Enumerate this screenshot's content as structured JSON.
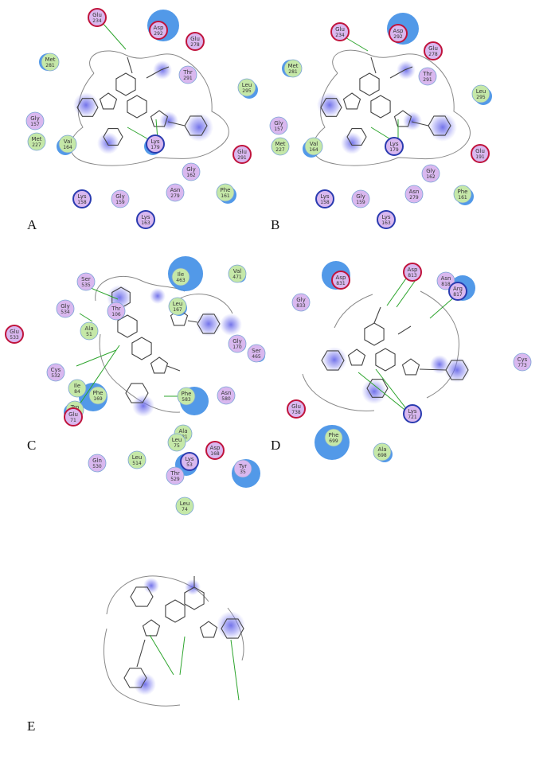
{
  "colors": {
    "polar": "#d9b8ef",
    "hydrophobic": "#c5e8a8",
    "acidic_ring": "#c0143c",
    "basic_ring": "#2a3bb0",
    "neutral_ring": "#7aa4d6",
    "exposure": "#3f8ee6",
    "ligand_glow": "#6b6be8",
    "hbond": "#2ea52e"
  },
  "panels": [
    {
      "label": "A",
      "residues": [
        {
          "name": "Glu",
          "num": "234",
          "type": "acidic"
        },
        {
          "name": "Asp",
          "num": "292",
          "type": "acidic"
        },
        {
          "name": "Glu",
          "num": "278",
          "type": "acidic"
        },
        {
          "name": "Met",
          "num": "281",
          "type": "hydrophobic"
        },
        {
          "name": "Thr",
          "num": "291",
          "type": "polar"
        },
        {
          "name": "Leu",
          "num": "295",
          "type": "hydrophobic"
        },
        {
          "name": "Gly",
          "num": "157",
          "type": "polar"
        },
        {
          "name": "Met",
          "num": "227",
          "type": "hydrophobic"
        },
        {
          "name": "Val",
          "num": "164",
          "type": "hydrophobic"
        },
        {
          "name": "Lys",
          "num": "179",
          "type": "basic"
        },
        {
          "name": "Glu",
          "num": "291",
          "type": "acidic"
        },
        {
          "name": "Gly",
          "num": "162",
          "type": "polar"
        },
        {
          "name": "Asn",
          "num": "279",
          "type": "polar"
        },
        {
          "name": "Phe",
          "num": "161",
          "type": "hydrophobic"
        },
        {
          "name": "Lys",
          "num": "158",
          "type": "basic"
        },
        {
          "name": "Gly",
          "num": "159",
          "type": "polar"
        },
        {
          "name": "Lys",
          "num": "163",
          "type": "basic"
        }
      ]
    },
    {
      "label": "B",
      "residues": [
        {
          "name": "Glu",
          "num": "234",
          "type": "acidic"
        },
        {
          "name": "Asp",
          "num": "292",
          "type": "acidic"
        },
        {
          "name": "Glu",
          "num": "278",
          "type": "acidic"
        },
        {
          "name": "Met",
          "num": "281",
          "type": "hydrophobic"
        },
        {
          "name": "Thr",
          "num": "291",
          "type": "polar"
        },
        {
          "name": "Leu",
          "num": "295",
          "type": "hydrophobic"
        },
        {
          "name": "Gly",
          "num": "157",
          "type": "polar"
        },
        {
          "name": "Met",
          "num": "227",
          "type": "hydrophobic"
        },
        {
          "name": "Val",
          "num": "164",
          "type": "hydrophobic"
        },
        {
          "name": "Lys",
          "num": "179",
          "type": "basic"
        },
        {
          "name": "Glu",
          "num": "191",
          "type": "acidic"
        },
        {
          "name": "Gly",
          "num": "162",
          "type": "polar"
        },
        {
          "name": "Asn",
          "num": "279",
          "type": "polar"
        },
        {
          "name": "Phe",
          "num": "161",
          "type": "hydrophobic"
        },
        {
          "name": "Lys",
          "num": "158",
          "type": "basic"
        },
        {
          "name": "Gly",
          "num": "159",
          "type": "polar"
        },
        {
          "name": "Lys",
          "num": "163",
          "type": "basic"
        }
      ]
    },
    {
      "label": "C",
      "residues": [
        {
          "name": "Ser",
          "num": "535",
          "type": "polar"
        },
        {
          "name": "Ile",
          "num": "463",
          "type": "hydrophobic"
        },
        {
          "name": "Val",
          "num": "471",
          "type": "hydrophobic"
        },
        {
          "name": "Gly",
          "num": "534",
          "type": "polar"
        },
        {
          "name": "Glu",
          "num": "533",
          "type": "acidic"
        },
        {
          "name": "Ser",
          "num": "465",
          "type": "polar"
        },
        {
          "name": "Cys",
          "num": "532",
          "type": "polar"
        },
        {
          "name": "Trp",
          "num": "531",
          "type": "hydrophobic"
        },
        {
          "name": "Phe",
          "num": "583",
          "type": "hydrophobic"
        },
        {
          "name": "Asn",
          "num": "580",
          "type": "polar"
        },
        {
          "name": "Ala",
          "num": "481",
          "type": "hydrophobic"
        },
        {
          "name": "Gln",
          "num": "530",
          "type": "polar"
        },
        {
          "name": "Leu",
          "num": "514",
          "type": "hydrophobic"
        },
        {
          "name": "Thr",
          "num": "529",
          "type": "polar"
        }
      ]
    },
    {
      "label": "D",
      "residues": [
        {
          "name": "Asp",
          "num": "831",
          "type": "acidic"
        },
        {
          "name": "Asp",
          "num": "813",
          "type": "acidic"
        },
        {
          "name": "Asn",
          "num": "818",
          "type": "polar"
        },
        {
          "name": "Gly",
          "num": "833",
          "type": "polar"
        },
        {
          "name": "Arg",
          "num": "817",
          "type": "basic"
        },
        {
          "name": "Cys",
          "num": "773",
          "type": "polar"
        },
        {
          "name": "Glu",
          "num": "738",
          "type": "acidic"
        },
        {
          "name": "Lys",
          "num": "721",
          "type": "basic"
        },
        {
          "name": "Phe",
          "num": "699",
          "type": "hydrophobic"
        },
        {
          "name": "Ala",
          "num": "698",
          "type": "hydrophobic"
        }
      ]
    },
    {
      "label": "E",
      "residues": [
        {
          "name": "Thr",
          "num": "106",
          "type": "polar"
        },
        {
          "name": "Leu",
          "num": "167",
          "type": "hydrophobic"
        },
        {
          "name": "Ala",
          "num": "51",
          "type": "hydrophobic"
        },
        {
          "name": "Gly",
          "num": "170",
          "type": "polar"
        },
        {
          "name": "Ile",
          "num": "84",
          "type": "hydrophobic"
        },
        {
          "name": "Phe",
          "num": "169",
          "type": "hydrophobic"
        },
        {
          "name": "Glu",
          "num": "71",
          "type": "acidic"
        },
        {
          "name": "Leu",
          "num": "75",
          "type": "hydrophobic"
        },
        {
          "name": "Lys",
          "num": "53",
          "type": "basic"
        },
        {
          "name": "Asp",
          "num": "168",
          "type": "acidic"
        },
        {
          "name": "Tyr",
          "num": "35",
          "type": "polar"
        },
        {
          "name": "Leu",
          "num": "74",
          "type": "hydrophobic"
        }
      ]
    }
  ]
}
